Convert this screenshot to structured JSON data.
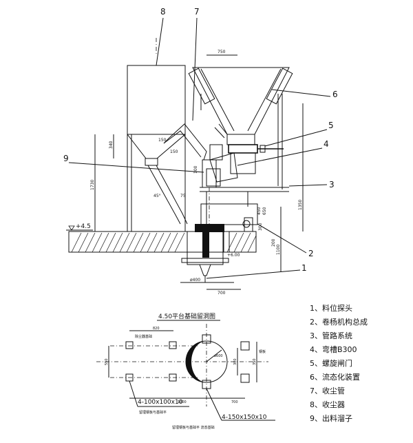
{
  "callouts": {
    "c1": "1",
    "c2": "2",
    "c3": "3",
    "c4": "4",
    "c5": "5",
    "c6": "6",
    "c7": "7",
    "c8": "8",
    "c9": "9"
  },
  "dimensions": {
    "d750": "750",
    "d340": "340",
    "d1730": "1730",
    "d1350": "1350",
    "d150a": "150",
    "d150b": "150",
    "d75": "75",
    "d300": "300",
    "d650": "650",
    "d450": "450",
    "d1100": "1100",
    "d200": "200",
    "d45": "45°",
    "d700": "700",
    "d400": "ø400",
    "d600": "+6.00",
    "d100": "100"
  },
  "elevation": "+4.5",
  "plan": {
    "title": "4.50平台基础留洞图",
    "d820": "820",
    "d550": "550",
    "d1000": "1000",
    "d700": "700",
    "d300": "300",
    "d350": "350",
    "d600": "ø600",
    "hole_small_label": "4-100x100x10",
    "hole_large_label": "4-150x150x10",
    "note_small_top": "除尘器基础",
    "note_small_bottom": "留埋钢板与基础平",
    "note_large_bottom": "留埋钢板与基础平 流态基础",
    "note_right": "钢板"
  },
  "legend": [
    "1、料位探头",
    "2、卷杨机构总成",
    "3、管路系统",
    "4、弯槽B300",
    "5、螺旋闸门",
    "6、流态化装置",
    "7、收尘管",
    "8、收尘器",
    "9、出料溜子"
  ]
}
